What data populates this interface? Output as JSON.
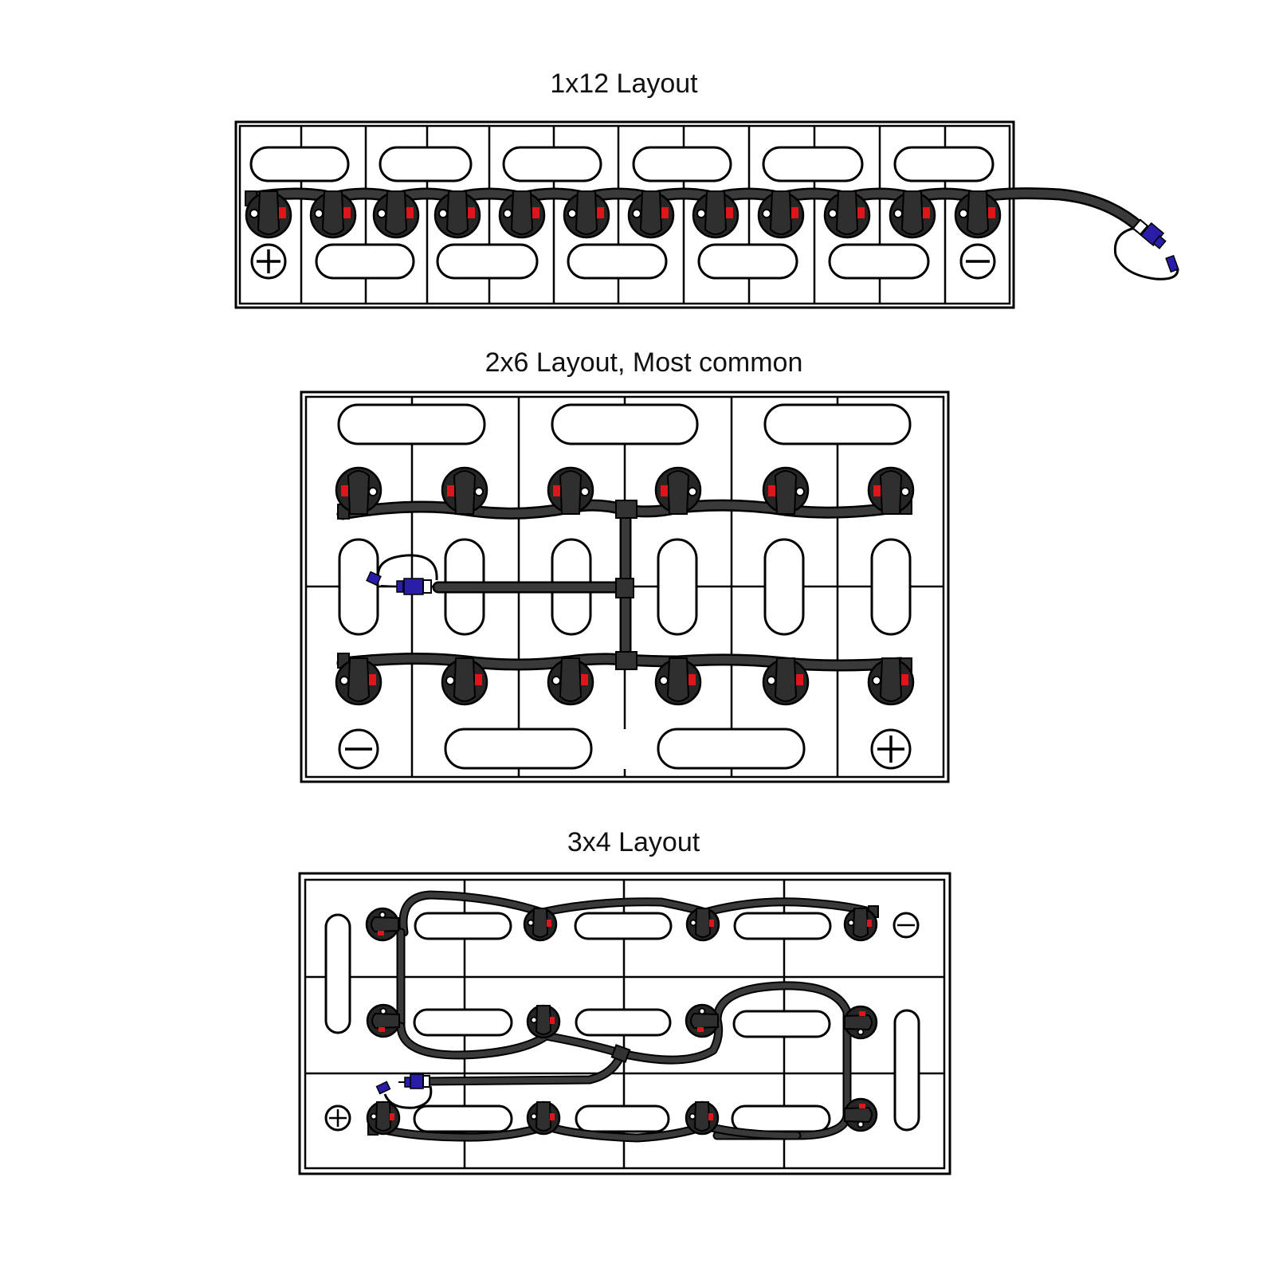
{
  "diagram": {
    "layouts": [
      {
        "id": "1x12",
        "title": "1x12 Layout",
        "rows": 1,
        "cells_per_row": 12,
        "positive_terminal": "left",
        "negative_terminal": "right",
        "fill_point": "external, right side"
      },
      {
        "id": "2x6",
        "title": "2x6 Layout, Most common",
        "rows": 2,
        "cells_per_row": 6,
        "positive_terminal": "bottom-right",
        "negative_terminal": "bottom-left",
        "fill_point": "center-left, tee manifold"
      },
      {
        "id": "3x4",
        "title": "3x4 Layout",
        "rows": 3,
        "cells_per_row": 4,
        "positive_terminal": "bottom-left",
        "negative_terminal": "top-right",
        "fill_point": "left, middle row"
      }
    ],
    "symbols": {
      "positive": "plus-icon",
      "negative": "minus-icon"
    },
    "colors": {
      "cable": "#3a3a3a",
      "terminal": "#262626",
      "indicator": "#e0151b",
      "fill_coupler": "#2a1ea8",
      "outline": "#000000",
      "background": "#ffffff"
    }
  }
}
